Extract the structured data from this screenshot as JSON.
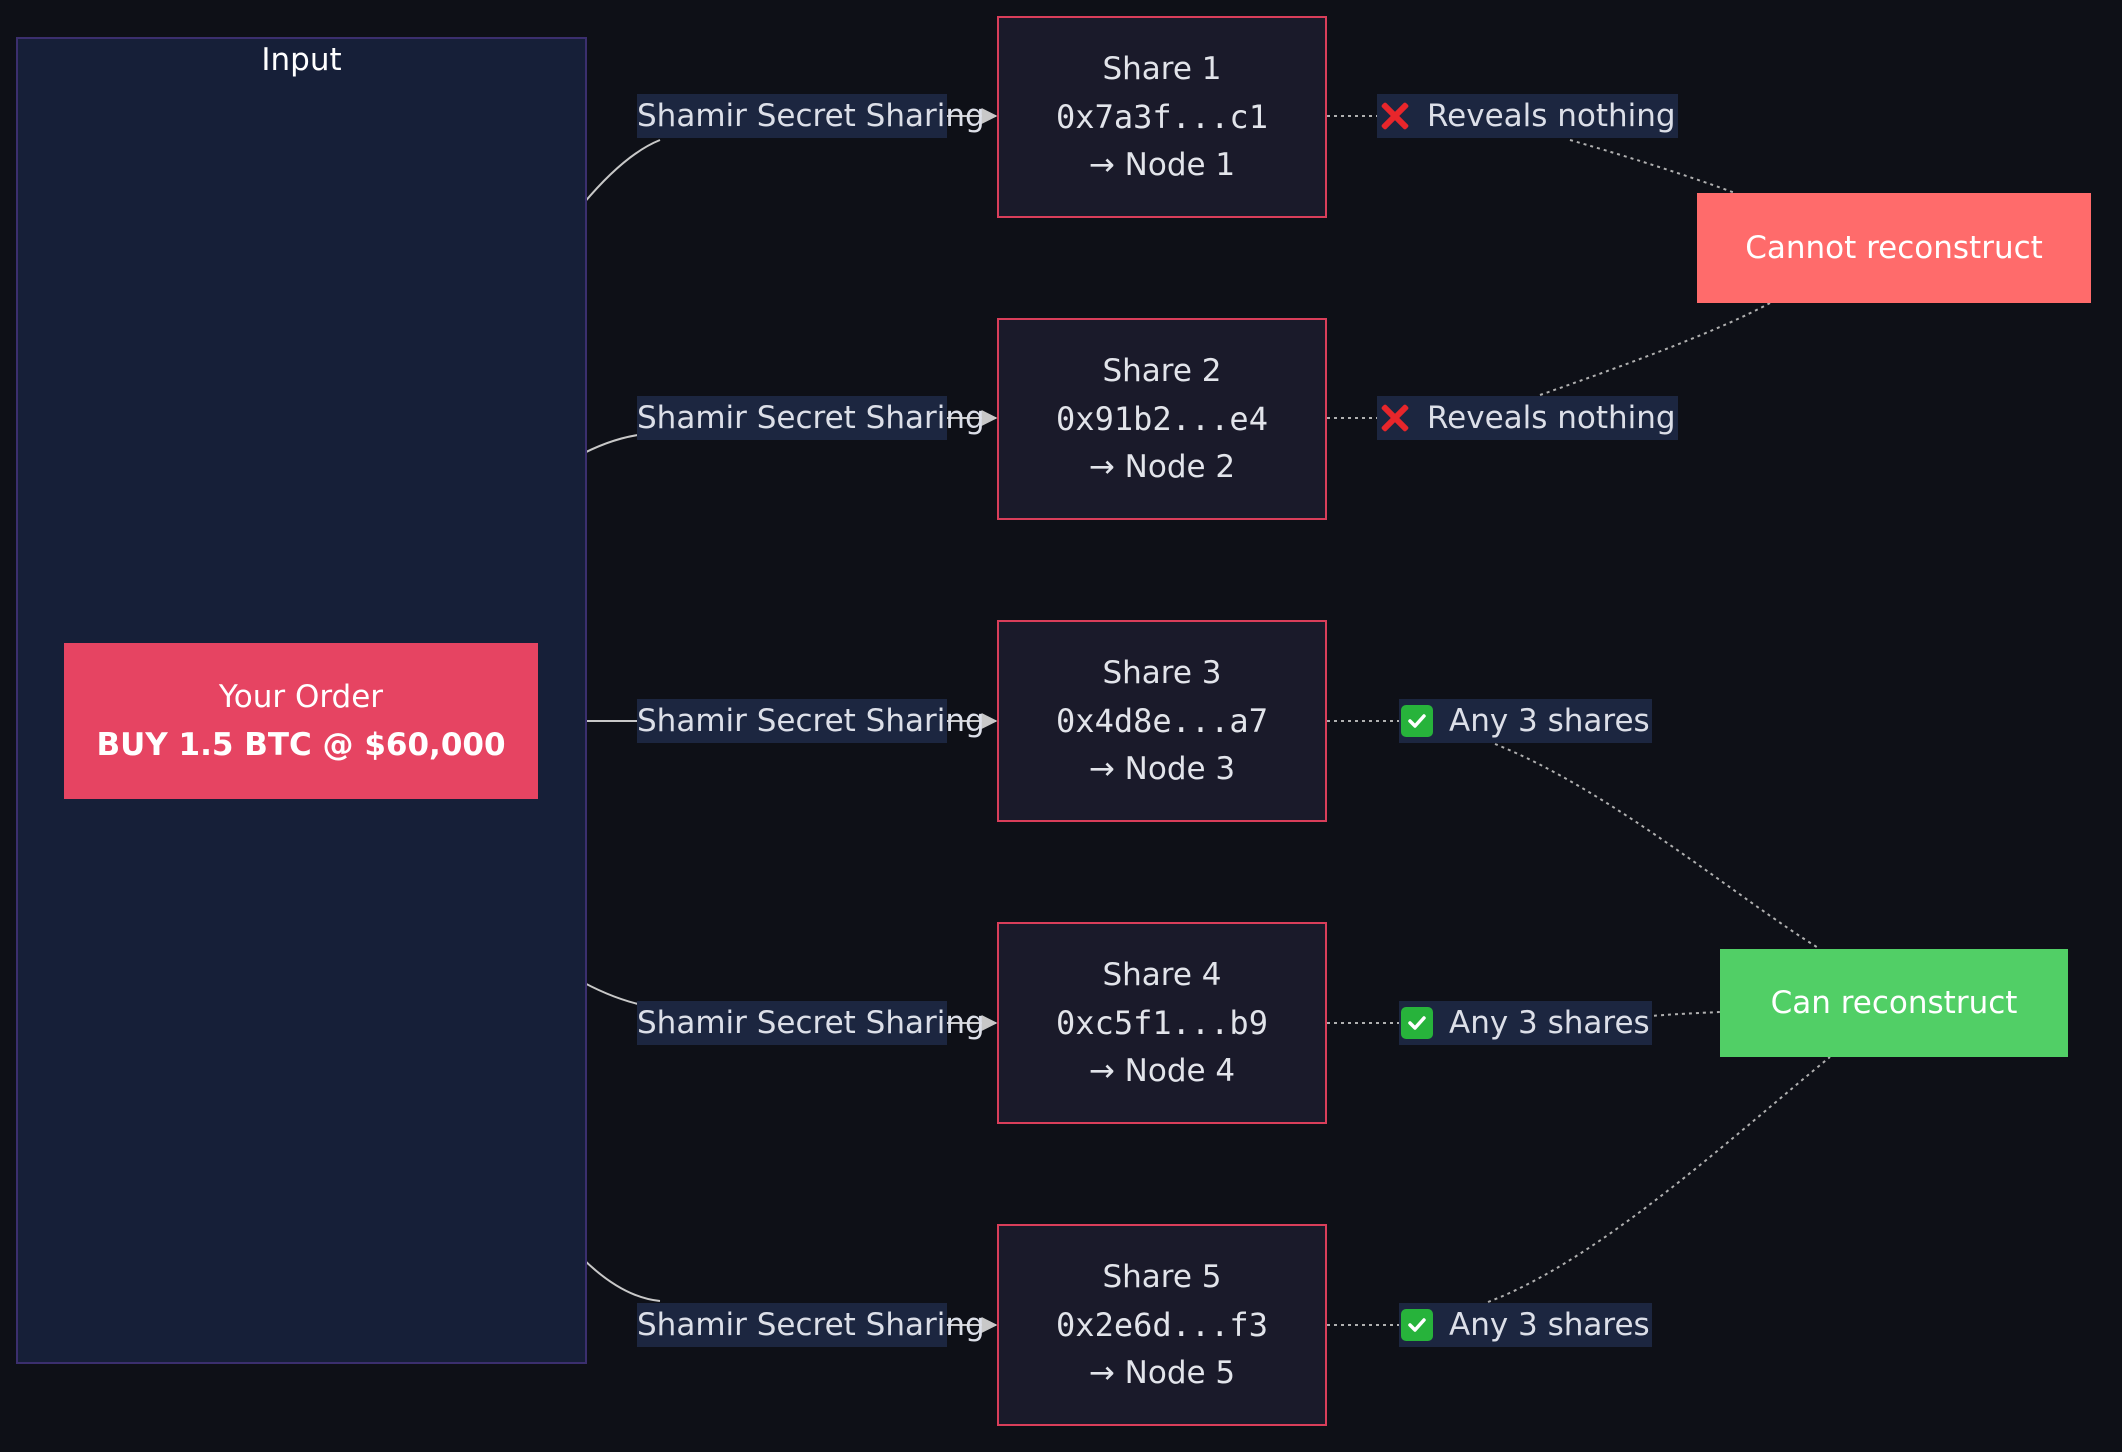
{
  "input_group": {
    "title": "Input"
  },
  "order": {
    "line1": "Your Order",
    "line2": "BUY 1.5 BTC @ $60,000"
  },
  "edge_label": "Shamir Secret Sharing",
  "shares": [
    {
      "title": "Share 1",
      "hash": "0x7a3f...c1",
      "node": "→ Node 1",
      "status": "Reveals nothing",
      "status_icon": "cross-mark-icon"
    },
    {
      "title": "Share 2",
      "hash": "0x91b2...e4",
      "node": "→ Node 2",
      "status": "Reveals nothing",
      "status_icon": "cross-mark-icon"
    },
    {
      "title": "Share 3",
      "hash": "0x4d8e...a7",
      "node": "→ Node 3",
      "status": "Any 3 shares",
      "status_icon": "check-mark-icon"
    },
    {
      "title": "Share 4",
      "hash": "0xc5f1...b9",
      "node": "→ Node 4",
      "status": "Any 3 shares",
      "status_icon": "check-mark-icon"
    },
    {
      "title": "Share 5",
      "hash": "0x2e6d...f3",
      "node": "→ Node 5",
      "status": "Any 3 shares",
      "status_icon": "check-mark-icon"
    }
  ],
  "outcomes": {
    "cannot": "Cannot reconstruct",
    "can": "Can reconstruct"
  },
  "colors": {
    "background": "#0e1017",
    "cluster_fill": "#161f38",
    "order_fill": "#e64462",
    "share_border": "#d93e5a",
    "cannot_fill": "#ff6b6b",
    "can_fill": "#51cf66"
  }
}
